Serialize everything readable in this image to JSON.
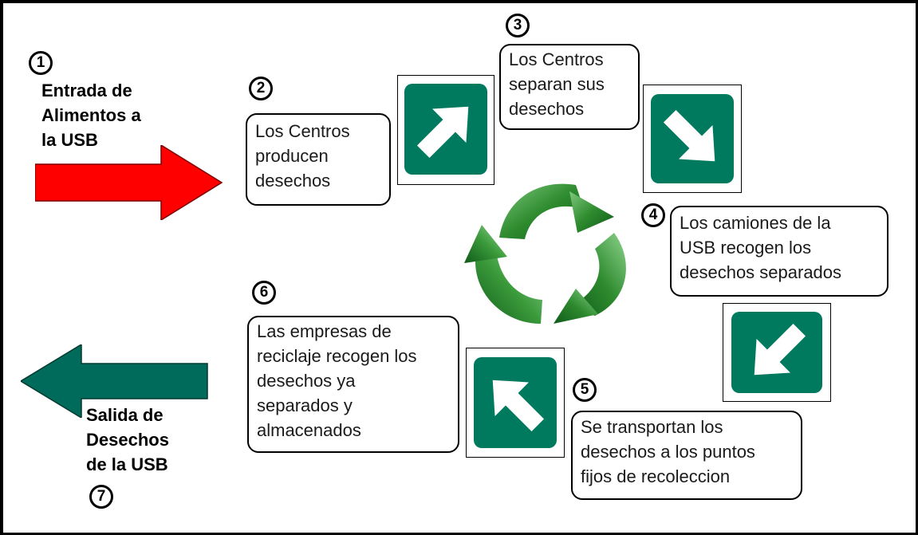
{
  "steps": [
    {
      "number": "1",
      "lines": [
        "Entrada de",
        "Alimentos a",
        "la USB"
      ]
    },
    {
      "number": "2",
      "lines": [
        "Los Centros",
        "producen",
        "desechos"
      ]
    },
    {
      "number": "3",
      "lines": [
        "Los Centros",
        "separan sus",
        "desechos"
      ]
    },
    {
      "number": "4",
      "lines": [
        "Los camiones de la",
        "USB recogen los",
        "desechos separados"
      ]
    },
    {
      "number": "5",
      "lines": [
        "Se transportan los",
        "desechos a los puntos",
        "fijos de recoleccion"
      ]
    },
    {
      "number": "6",
      "lines": [
        "Las empresas de",
        "reciclaje recogen los",
        "desechos ya",
        "separados y",
        "almacenados"
      ]
    },
    {
      "number": "7",
      "lines": [
        "Salida de",
        "Desechos",
        "de la USB"
      ]
    }
  ],
  "icons": {
    "input_arrow": "red-right-arrow-icon",
    "output_arrow": "green-left-arrow-icon",
    "recycle": "recycling-symbol-icon",
    "tiles": [
      "arrow-up-right-icon",
      "arrow-down-right-icon",
      "arrow-down-left-icon",
      "arrow-up-left-icon"
    ]
  },
  "colors": {
    "input_arrow": "#ff0000",
    "output_arrow": "#006b5a",
    "tile": "#007a5e",
    "recycle": "#2e8b2e"
  }
}
